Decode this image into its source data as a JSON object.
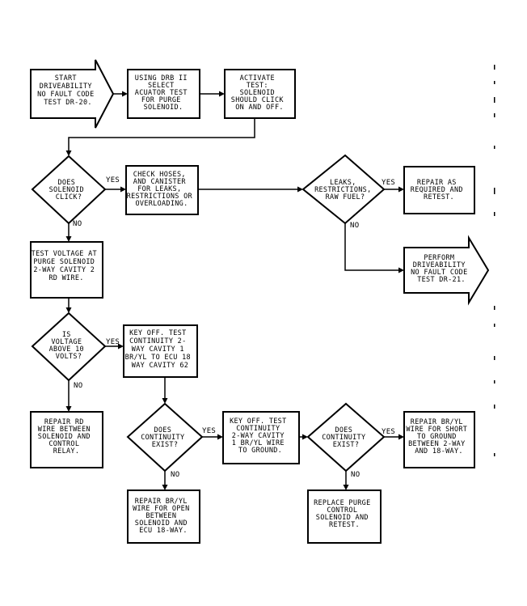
{
  "nodes": {
    "start": [
      "START",
      "DRIVEABILITY",
      "NO FAULT CODE",
      "TEST DR-20."
    ],
    "select": [
      "USING DRB II",
      "SELECT",
      "ACUATOR TEST",
      "FOR PURGE",
      "SOLENOID."
    ],
    "activate": [
      "ACTIVATE",
      "TEST:",
      "SOLENOID",
      "SHOULD CLICK",
      "ON AND OFF."
    ],
    "q_click": [
      "DOES",
      "SOLENOID",
      "CLICK?"
    ],
    "check_hoses": [
      "CHECK HOSES,",
      "AND CANISTER",
      "FOR LEAKS,",
      "RESTRICTIONS OR",
      "OVERLOADING."
    ],
    "q_leaks": [
      "LEAKS,",
      "RESTRICTIONS,",
      "RAW FUEL?"
    ],
    "repair_retest": [
      "REPAIR AS",
      "REQUIRED AND",
      "RETEST."
    ],
    "perform": [
      "PERFORM",
      "DRIVEABILITY",
      "NO FAULT CODE",
      "TEST DR-21."
    ],
    "test_voltage": [
      "TEST VOLTAGE AT",
      "PURGE SOLENOID",
      "2-WAY CAVITY 2",
      "RD WIRE."
    ],
    "q_voltage": [
      "IS",
      "VOLTAGE",
      "ABOVE 10",
      "VOLTS?"
    ],
    "key_off_1": [
      "KEY OFF. TEST",
      "CONTINUITY 2-",
      "WAY CAVITY 1",
      "BR/YL TO ECU 18",
      "WAY CAVITY 62"
    ],
    "repair_rd": [
      "REPAIR RD",
      "WIRE BETWEEN",
      "SOLENOID AND",
      "CONTROL",
      "RELAY."
    ],
    "q_cont_1": [
      "DOES",
      "CONTINUITY",
      "EXIST?"
    ],
    "key_off_2": [
      "KEY OFF. TEST",
      "CONTINUITY",
      "2-WAY CAVITY",
      "1 BR/YL WIRE",
      "TO GROUND."
    ],
    "q_cont_2": [
      "DOES",
      "CONTINUITY",
      "EXIST?"
    ],
    "repair_short": [
      "REPAIR BR/YL",
      "WIRE FOR SHORT",
      "TO GROUND",
      "BETWEEN 2-WAY",
      "AND 18-WAY."
    ],
    "repair_open": [
      "REPAIR BR/YL",
      "WIRE FOR OPEN",
      "BETWEEN",
      "SOLENOID AND",
      "ECU 18-WAY."
    ],
    "replace_purge": [
      "REPLACE PURGE",
      "CONTROL",
      "SOLENOID AND",
      "RETEST."
    ]
  },
  "labels": {
    "yes": "YES",
    "no": "NO"
  },
  "colors": {
    "ink": "#000000",
    "paper": "#ffffff"
  }
}
